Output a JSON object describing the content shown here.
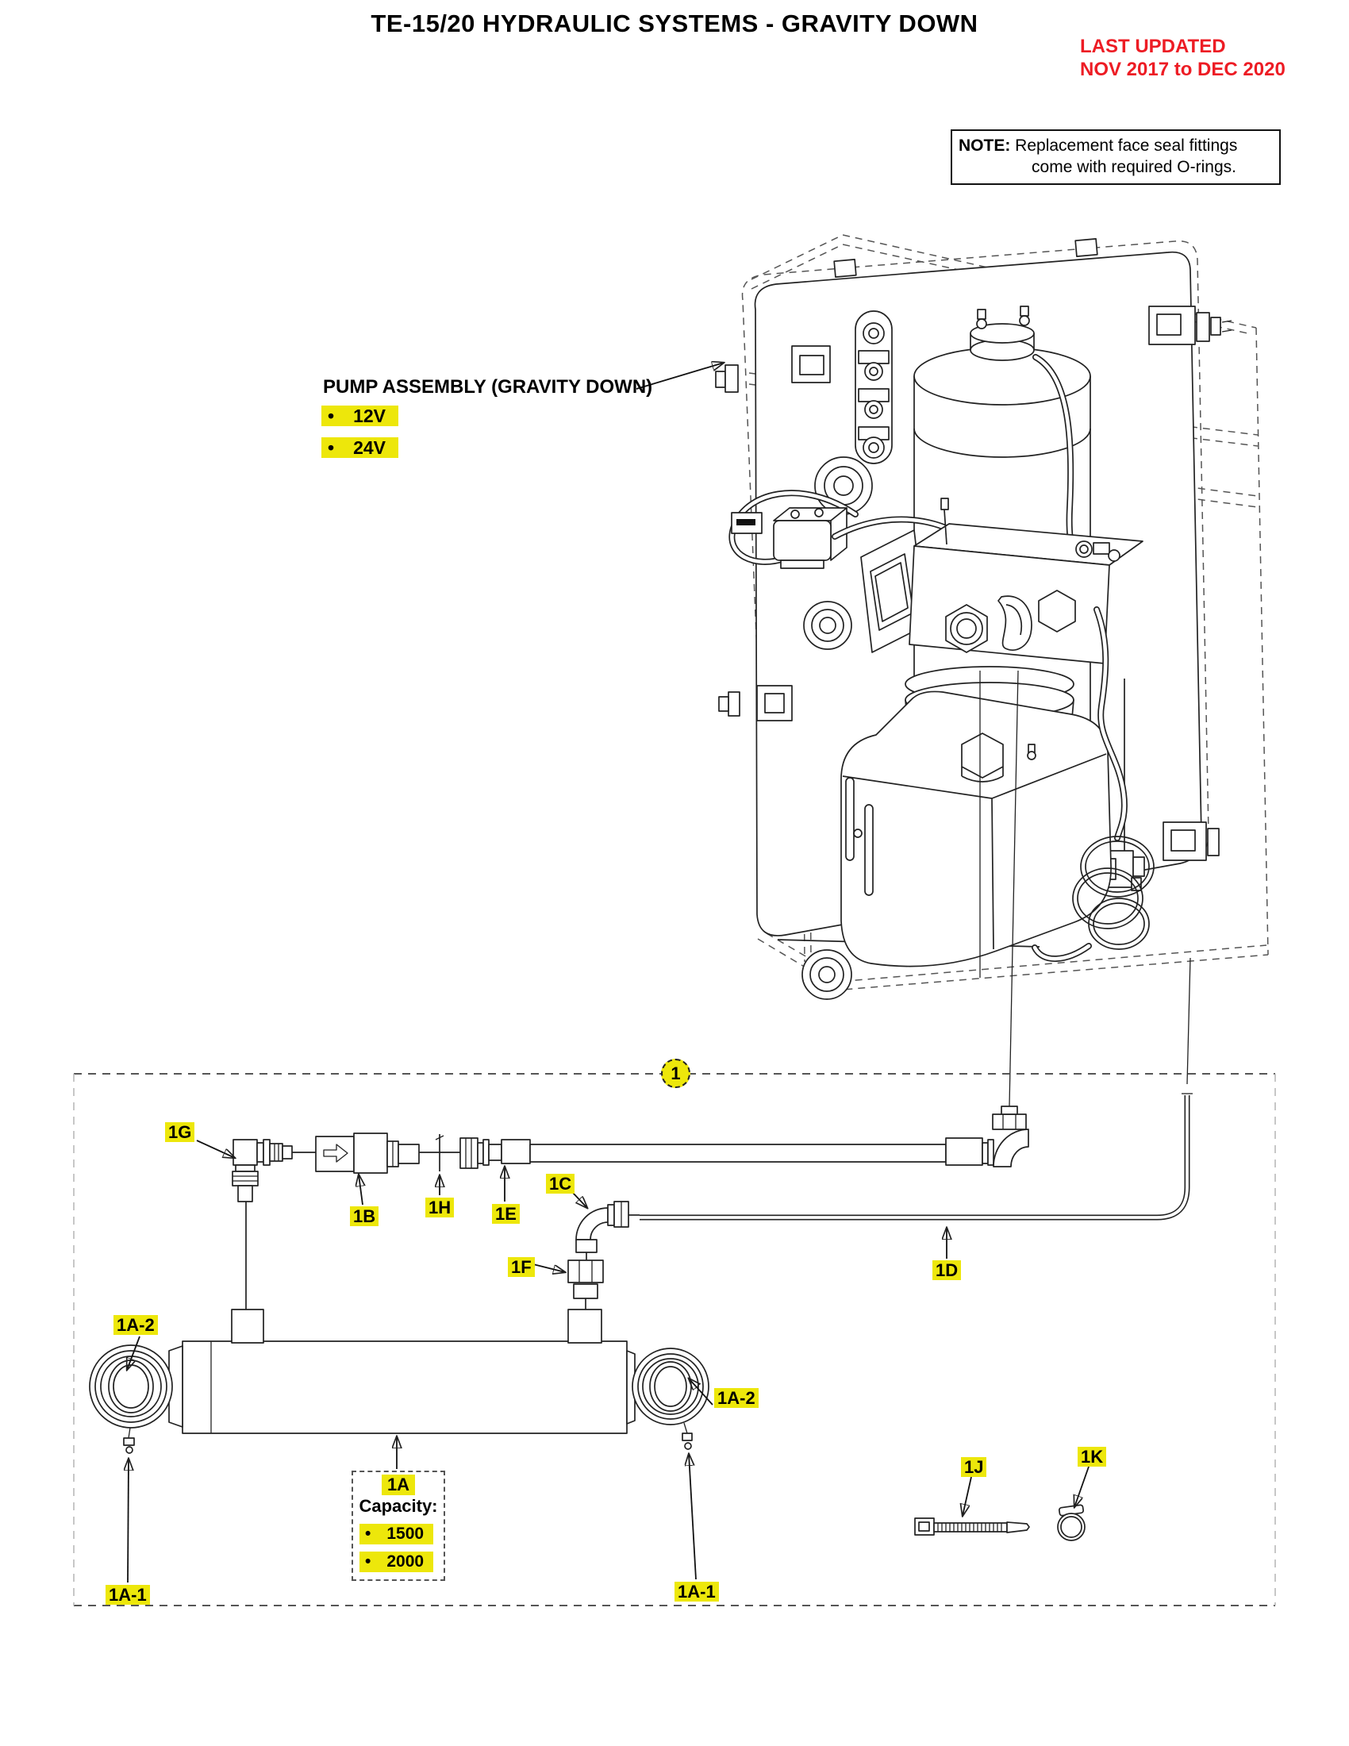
{
  "title": "TE-15/20 HYDRAULIC SYSTEMS - GRAVITY DOWN",
  "updated": {
    "line1": "LAST UPDATED",
    "line2": "NOV 2017 to DEC 2020"
  },
  "note": {
    "label": "NOTE:",
    "text1": "Replacement face seal fittings",
    "text2": "come with required O-rings."
  },
  "pump_assembly": {
    "label": "PUMP ASSEMBLY (GRAVITY DOWN)",
    "bullet": "•",
    "options": [
      {
        "label": "12V"
      },
      {
        "label": "24V"
      }
    ]
  },
  "group": {
    "badge": "1"
  },
  "callouts": {
    "g": "1G",
    "b": "1B",
    "h": "1H",
    "e": "1E",
    "c": "1C",
    "f": "1F",
    "d": "1D",
    "a2": "1A-2",
    "a1": "1A-1",
    "j": "1J",
    "k": "1K"
  },
  "capacity": {
    "part": "1A",
    "label": "Capacity:",
    "bullet": "•",
    "options": [
      {
        "label": "1500"
      },
      {
        "label": "2000"
      }
    ]
  },
  "colors": {
    "highlight": "#ede70b",
    "accent_red": "#ed1c24",
    "line": "#222222"
  }
}
